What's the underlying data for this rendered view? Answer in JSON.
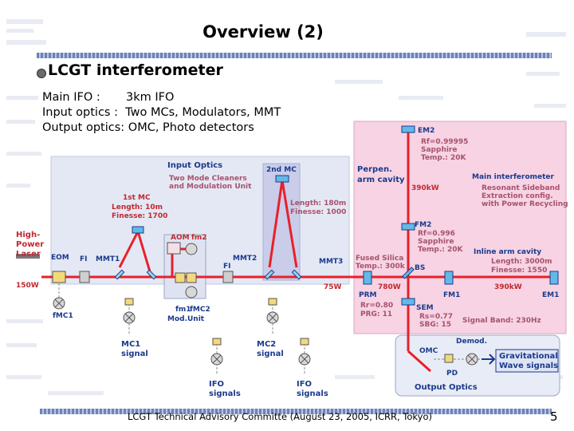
{
  "slide": {
    "title": "Overview (2)",
    "heading": "LCGT interferometer",
    "info_lines": [
      "Main IFO :       3km IFO",
      "Input optics :  Two MCs, Modulators, MMT",
      "Output optics: OMC, Photo detectors"
    ],
    "footer": "LCGT  Technical Advisory Committe (August 23, 2005, ICRR, Tokyo)",
    "page_number": "5"
  },
  "colors": {
    "beam": "#e8202a",
    "accent_blue": "#1b3a8c",
    "pink_region": "#f7d3e3",
    "input_region": "#e4e8f4",
    "mirror": "#63b9e6"
  },
  "diagram": {
    "input_optics": {
      "label": "Input Optics",
      "sub1": "Two Mode Cleaners",
      "sub2": "and Modulation Unit"
    },
    "first_mc": {
      "label": "1st MC",
      "length": "Length: 10m",
      "finesse": "Finesse: 1700"
    },
    "second_mc": {
      "label": "2nd MC",
      "length": "Length: 180m",
      "finesse": "Finesse: 1000"
    },
    "laser": {
      "line1": "High-",
      "line2": "Power",
      "line3": "Laser"
    },
    "eom": "EOM",
    "fi_left": "FI",
    "fi_right": "FI",
    "mmt1": "MMT1",
    "mmt2": "MMT2",
    "mmt3": "MMT3",
    "aom": "AOM",
    "fm2_mod": "fm2",
    "fm1_mod": "fm1",
    "fmc2": "fMC2",
    "fmc1": "fMC1",
    "mod_unit": "Mod.Unit",
    "power_150": "150W",
    "power_75": "75W",
    "power_780": "780W",
    "power_390_top": "390kW",
    "power_390_right": "390kW",
    "mc1_signal": {
      "line1": "MC1",
      "line2": "signal"
    },
    "mc2_signal": {
      "line1": "MC2",
      "line2": "signal"
    },
    "ifo_signals_1": {
      "line1": "IFO",
      "line2": "signals"
    },
    "ifo_signals_2": {
      "line1": "IFO",
      "line2": "signals"
    },
    "em2": {
      "label": "EM2",
      "rf": "Rf=0.99995",
      "material": "Sapphire",
      "temp": "Temp.: 20K"
    },
    "perpen": {
      "line1": "Perpen.",
      "line2": "arm cavity"
    },
    "main_ifo": {
      "label": "Main interferometer",
      "line1": "Resonant Sideband",
      "line2": "Extraction config.",
      "line3": "with Power Recycling"
    },
    "fm2": {
      "label": "FM2",
      "rf": "Rf=0.996",
      "material": "Sapphire",
      "temp": "Temp.: 20K"
    },
    "inline": {
      "label": "Inline arm cavity",
      "length": "Length: 3000m",
      "finesse": "Finesse: 1550"
    },
    "fused": {
      "line1": "Fused Silica",
      "line2": "Temp.: 300k"
    },
    "bs": "BS",
    "prm": {
      "label": "PRM",
      "rr": "Rr=0.80",
      "prg": "PRG: 11"
    },
    "fm1": "FM1",
    "em1": "EM1",
    "sem": {
      "label": "SEM",
      "rs": "Rs=0.77",
      "sbg": "SBG: 15"
    },
    "signal_band": "Signal Band: 230Hz",
    "omc": "OMC",
    "demod": "Demod.",
    "pd": "PD",
    "gw": {
      "line1": "Gravitational",
      "line2": "Wave signals"
    },
    "output_optics": "Output Optics"
  }
}
